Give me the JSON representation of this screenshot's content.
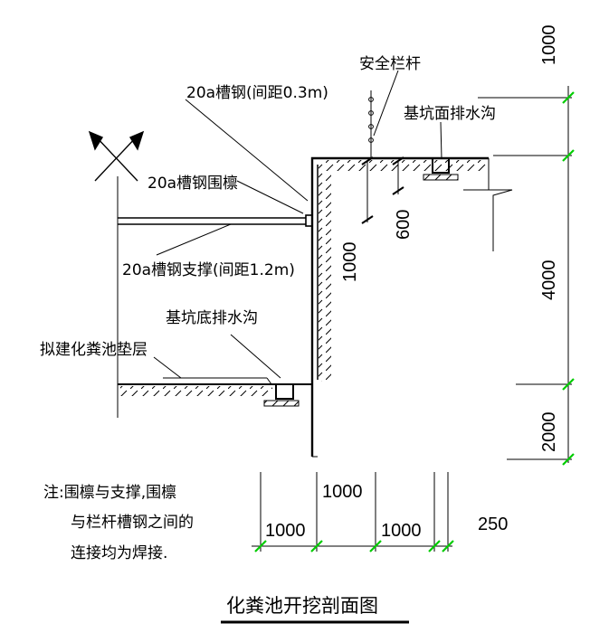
{
  "title": "化粪池开挖剖面图",
  "labels": {
    "railing": "安全栏杆",
    "channel_spacing": "20a槽钢(间距0.3m)",
    "top_drain": "基坑面排水沟",
    "waler": "20a槽钢围檩",
    "strut": "20a槽钢支撑(间距1.2m)",
    "bottom_drain": "基坑底排水沟",
    "cushion": "拟建化粪池垫层"
  },
  "dims": {
    "right_top": "1000",
    "right_mid": "4000",
    "right_bottom": "2000",
    "offset_600": "600",
    "wall_1000": "1000",
    "bottom_upper": "1000",
    "bottom_a": "1000",
    "bottom_b": "1000",
    "bottom_c": "250"
  },
  "note": {
    "line1": "注:围檩与支撑,围檩",
    "line2": "与栏杆槽钢之间的",
    "line3": "连接均为焊接."
  },
  "colors": {
    "line": "#000000",
    "tick": "#00cc00"
  }
}
